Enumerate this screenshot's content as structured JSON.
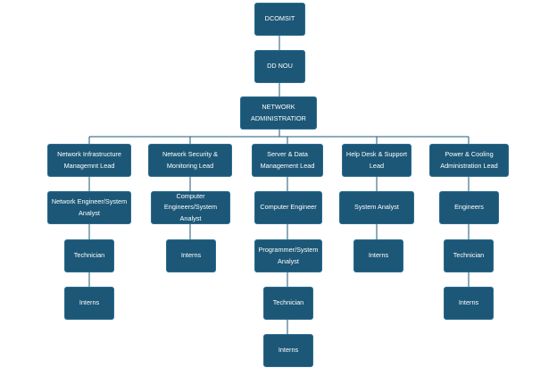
{
  "colors": {
    "box_fill": "#1c5777",
    "box_border": "#2c6d91",
    "connector": "#1c5777",
    "text": "#ffffff"
  },
  "org": {
    "director": "DCOMSIT",
    "deputy": "DD NOU",
    "admin": "NETWORK ADMINISTRATIOR",
    "columns": [
      {
        "lead": "Network Infrastructure Managemnt Lead",
        "roles": [
          "Network Engineer/System Analyst",
          "Technician",
          "Interns"
        ]
      },
      {
        "lead": "Network Security & Monitoring Lead",
        "roles": [
          "Computer Engineers/System Analyst",
          "Interns"
        ]
      },
      {
        "lead": "Server & Data Management Lead",
        "roles": [
          "Computer Engineer",
          "Programmer/System Analyst",
          "Technician",
          "Interns"
        ]
      },
      {
        "lead": "Help Desk & Support Lead",
        "roles": [
          "System Analyst",
          "Interns"
        ]
      },
      {
        "lead": "Power & Cooling Administration Lead",
        "roles": [
          "Engineers",
          "Technician",
          "Interns"
        ]
      }
    ]
  }
}
